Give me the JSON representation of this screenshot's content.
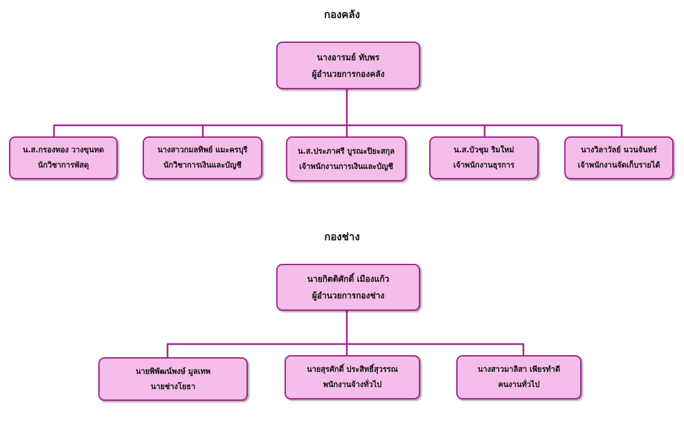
{
  "sections": [
    {
      "title": "กองคลัง",
      "head": {
        "name": "นางอารมย์  ทับพร",
        "role": "ผู้อำนวยการกองคลัง"
      },
      "members": [
        {
          "name": "น.ส.กรองทอง  วางขุนทด",
          "role": "นักวิชาการพัสดุ"
        },
        {
          "name": "นางสาวกมลทิพย์  แมะครบุรี",
          "role": "นักวิชาการเงินและบัญชี"
        },
        {
          "name": "น.ส.ประภาศรี  บูรณะปิยะสกุล",
          "role": "เจ้าพนักงานการเงินและบัญชี"
        },
        {
          "name": "น.ส.บัวชุม  ริมใหม่",
          "role": "เจ้าพนักงานธุรการ"
        },
        {
          "name": "นางวิลาวัลย์  นวนจันทร์",
          "role": "เจ้าพนักงานจัดเก็บรายได้"
        }
      ]
    },
    {
      "title": "กองช่าง",
      "head": {
        "name": "นายกิตติศักดิ์  เมืองแก้ว",
        "role": "ผู้อำนวยการกองช่าง"
      },
      "members": [
        {
          "name": "นายพิพัฒน์พงษ์  มูลเทพ",
          "role": "นายช่างโยธา"
        },
        {
          "name": "นายสุรศักดิ์  ประสิทธิ์สุวรรณ",
          "role": "พนักงานจ้างทั่วไป"
        },
        {
          "name": "นางสาวมาลิสา  เพียรทำดี",
          "role": "คนงานทั่วไป"
        }
      ]
    }
  ]
}
